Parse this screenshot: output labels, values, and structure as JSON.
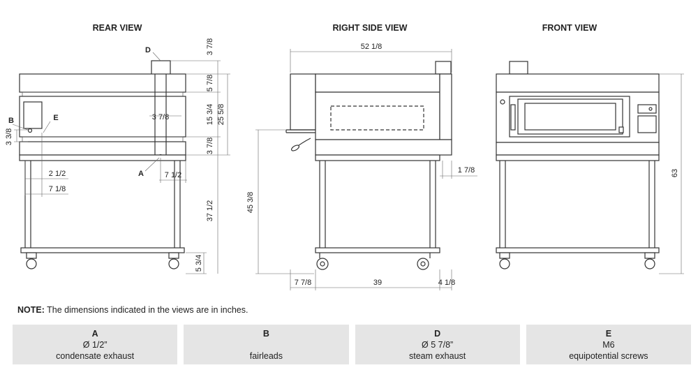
{
  "views": {
    "rear": {
      "title": "REAR VIEW"
    },
    "side": {
      "title": "RIGHT SIDE VIEW"
    },
    "front": {
      "title": "FRONT VIEW"
    }
  },
  "rear_dims": {
    "d1": "3 7/8",
    "d2": "5 7/8",
    "d3": "15 3/4",
    "d4": "25 5/8",
    "d5": "3 7/8",
    "d6": "3 7/8",
    "d7": "37 1/2",
    "d8": "5 3/4",
    "d9": "2 1/2",
    "d10": "7 1/8",
    "d11": "7 1/2",
    "d12": "3 3/8"
  },
  "rear_callouts": {
    "a": "A",
    "b": "B",
    "d": "D",
    "e": "E"
  },
  "side_dims": {
    "width": "52 1/8",
    "height": "45 3/8",
    "front_clear": "1 7/8",
    "left": "7 7/8",
    "mid": "39",
    "right": "4 1/8"
  },
  "front_dims": {
    "height": "63"
  },
  "note": {
    "label": "NOTE:",
    "text": " The dimensions indicated in the views are in inches."
  },
  "legend": [
    {
      "code": "A",
      "value": "Ø 1/2”",
      "desc": "condensate exhaust"
    },
    {
      "code": "B",
      "value": "",
      "desc": "fairleads"
    },
    {
      "code": "D",
      "value": "Ø 5 7/8”",
      "desc": "steam exhaust"
    },
    {
      "code": "E",
      "value": "M6",
      "desc": "equipotential screws"
    }
  ]
}
